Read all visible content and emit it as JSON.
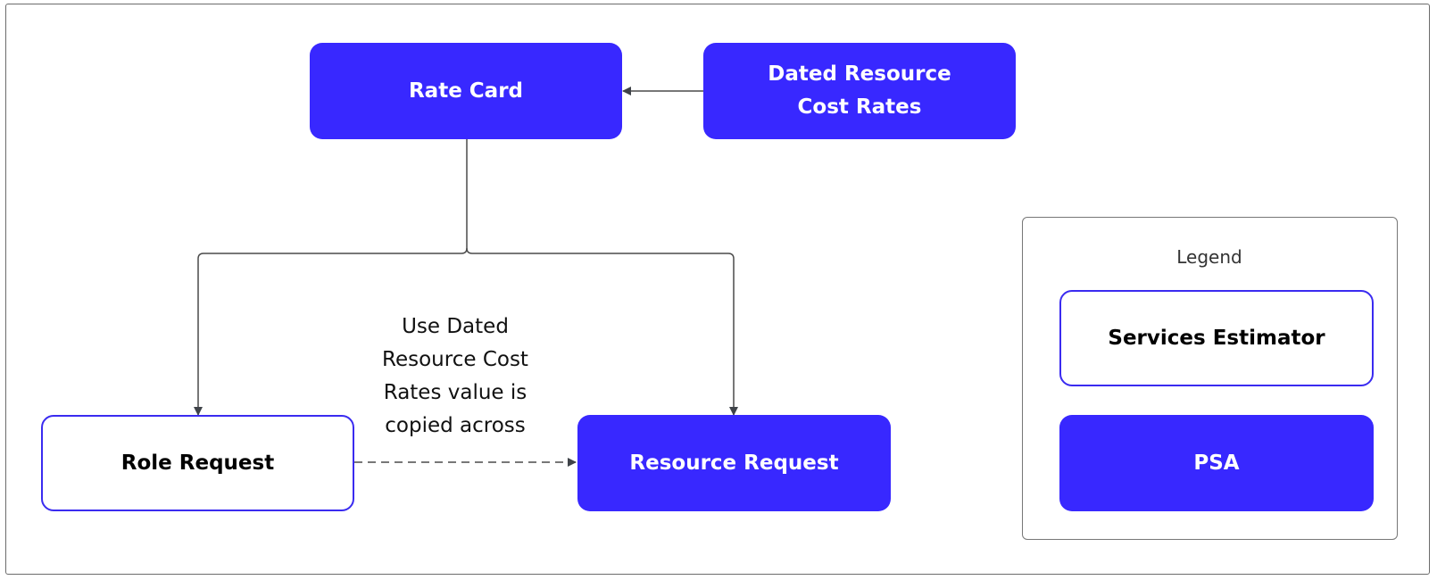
{
  "diagram": {
    "nodes": {
      "rate_card": "Rate Card",
      "dated_rates": "Dated Resource Cost Rates",
      "role_request": "Role Request",
      "resource_request": "Resource Request"
    },
    "note": "Use Dated Resource Cost Rates value is copied across",
    "legend": {
      "title": "Legend",
      "services_estimator": "Services Estimator",
      "psa": "PSA"
    }
  },
  "colors": {
    "psa_fill": "#3828ff",
    "estimator_border": "#3a2bf0",
    "connector": "#4a4a4a"
  }
}
